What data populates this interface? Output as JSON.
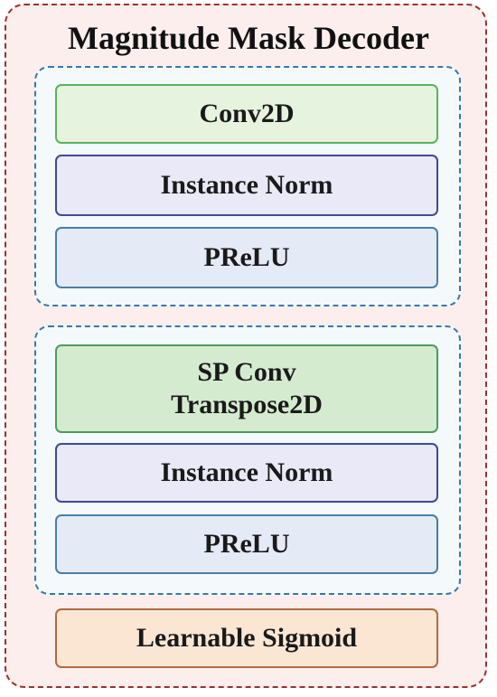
{
  "title": "Magnitude Mask Decoder",
  "group_1": {
    "conv": "Conv2D",
    "norm": "Instance Norm",
    "activation": "PReLU"
  },
  "group_2": {
    "conv_line1": "SP Conv",
    "conv_line2": "Transpose2D",
    "norm": "Instance Norm",
    "activation": "PReLU"
  },
  "output": "Learnable Sigmoid",
  "colors": {
    "outer_border": "#9b3030",
    "outer_fill": "#fbeeed",
    "group_border": "#3a78a8",
    "conv_border": "#5bb35b",
    "norm_border": "#3d4a96",
    "prelu_border": "#4a7fa0",
    "sigmoid_border": "#b06a40"
  }
}
